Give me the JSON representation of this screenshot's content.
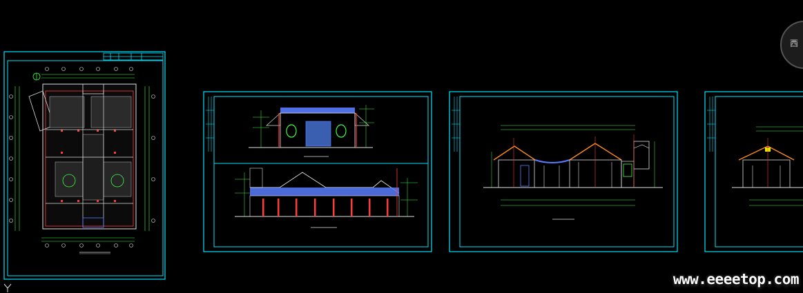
{
  "app": {
    "type": "CAD model space view",
    "background": "#000000"
  },
  "colors": {
    "frame": "#00e5ff",
    "line": "#e0e0e0",
    "dim": "#40ff40",
    "accent": "#ff3b3b",
    "roof": "#5a7cff",
    "orange": "#ff8c1a",
    "yellow": "#e6e600"
  },
  "viewcube": {
    "label": "西"
  },
  "watermark": {
    "text": "www.eeeetop.com"
  },
  "ucs_icon": "ucs-axis-icon",
  "sheets": [
    {
      "name": "plan",
      "content": "floor-plan"
    },
    {
      "name": "elevations",
      "content": "two-elevations"
    },
    {
      "name": "section",
      "content": "section-elevation"
    },
    {
      "name": "partial",
      "content": "partial-elevation"
    }
  ]
}
